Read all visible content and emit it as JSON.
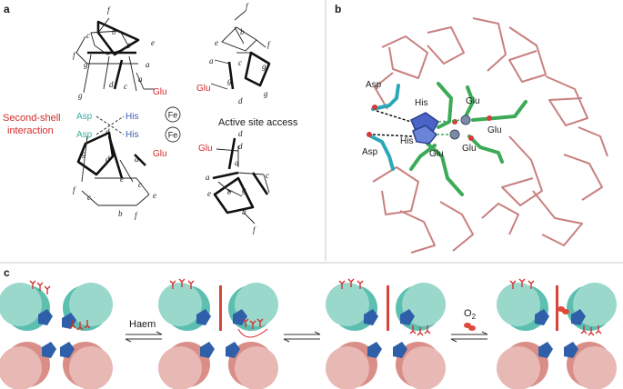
{
  "panels": {
    "a": "a",
    "b": "b",
    "c": "c"
  },
  "panel_a": {
    "second_shell": [
      "Second-shell",
      "interaction"
    ],
    "active_site_access": "Active site access",
    "residues": {
      "glu": "Glu",
      "asp": "Asp",
      "his": "His"
    },
    "fe": "Fe",
    "helix_letters": [
      "a",
      "b",
      "c",
      "d",
      "e",
      "f",
      "g"
    ]
  },
  "panel_b": {
    "labels": {
      "asp": "Asp",
      "his": "His",
      "glu": "Glu"
    }
  },
  "panel_c": {
    "haem": "Haem",
    "oxygen": "O",
    "oxygen_sub": "2"
  },
  "colors": {
    "accent_red": "#d42a2a",
    "his_blue": "#3b5fb5",
    "asp_teal": "#3aaea0",
    "ribbon_pink": "#c97b7b",
    "protein_teal": "#7ccfc0",
    "protein_pink": "#e4aaa5",
    "pentagon_blue": "#2f5fa8"
  }
}
